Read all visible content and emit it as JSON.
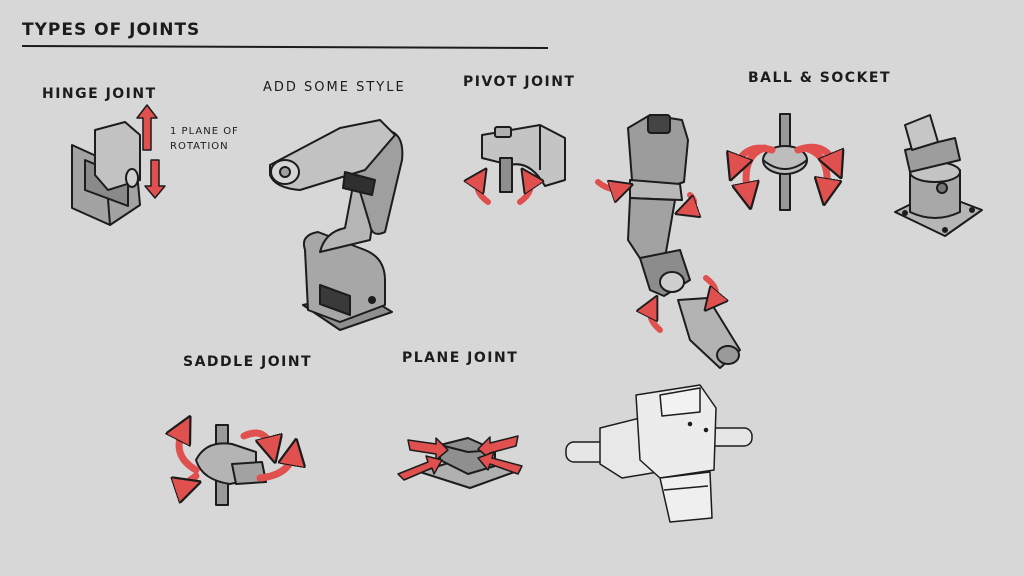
{
  "title": "Types of Joints",
  "labels": {
    "hinge": "Hinge Joint",
    "style": "Add some style",
    "pivot": "Pivot Joint",
    "ball_socket": "Ball & Socket",
    "saddle": "Saddle Joint",
    "plane": "Plane Joint"
  },
  "annotations": {
    "hinge_note_line1": "1 Plane of",
    "hinge_note_line2": "Rotation"
  },
  "colors": {
    "background": "#d7d7d7",
    "arrow": "#e0504f",
    "metal_light": "#bdbdbd",
    "metal_mid": "#9a9a9a",
    "metal_dark": "#5f5f5f",
    "ink": "#1c1c1c"
  }
}
